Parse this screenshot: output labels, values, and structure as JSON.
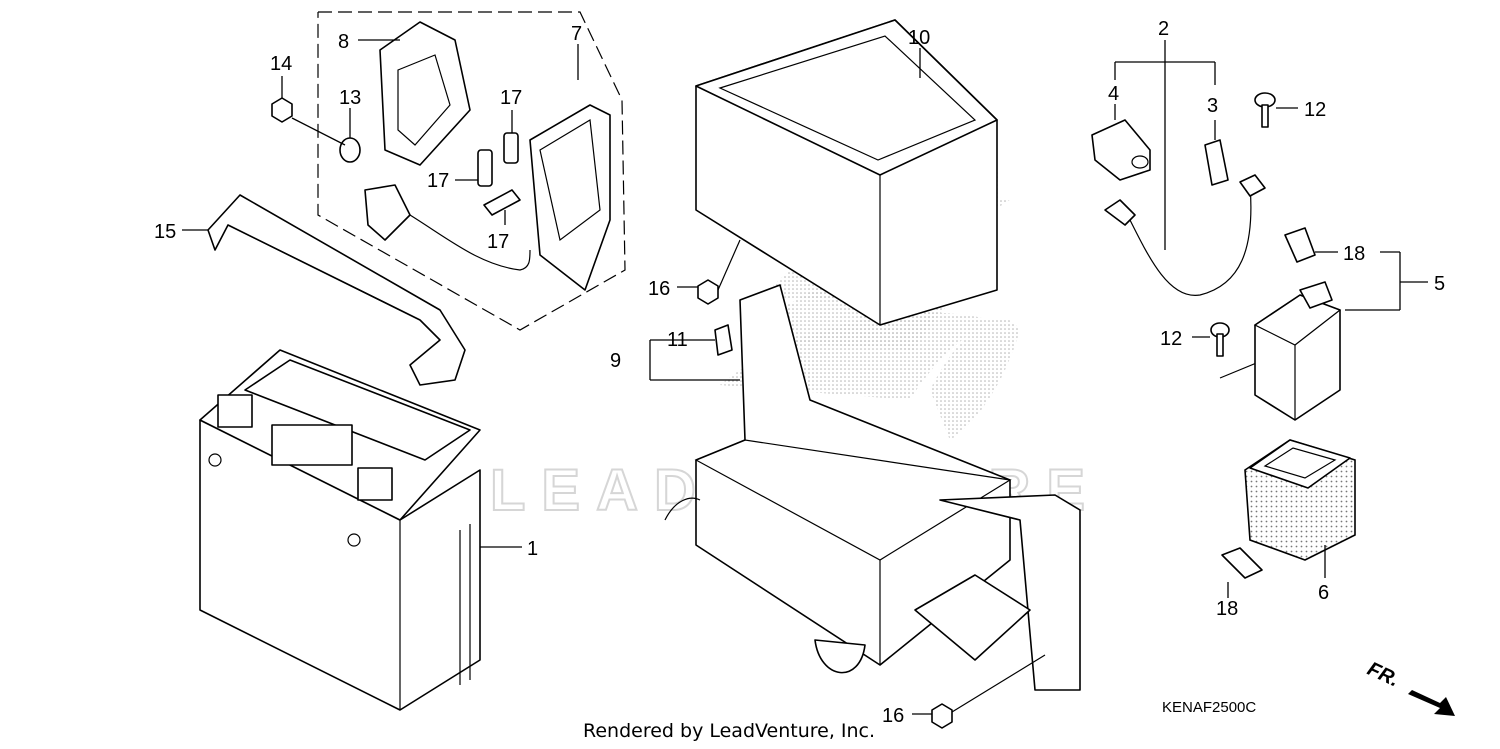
{
  "diagram": {
    "code": "KENAF2500C",
    "footer": "Rendered by LeadVenture, Inc.",
    "watermark": "LEADVENTURE",
    "direction_label": "FR.",
    "callouts": [
      {
        "id": "c1",
        "text": "1"
      },
      {
        "id": "c2",
        "text": "2"
      },
      {
        "id": "c3",
        "text": "3"
      },
      {
        "id": "c4",
        "text": "4"
      },
      {
        "id": "c5",
        "text": "5"
      },
      {
        "id": "c6",
        "text": "6"
      },
      {
        "id": "c7",
        "text": "7"
      },
      {
        "id": "c8",
        "text": "8"
      },
      {
        "id": "c9",
        "text": "9"
      },
      {
        "id": "c10",
        "text": "10"
      },
      {
        "id": "c11",
        "text": "11"
      },
      {
        "id": "c12a",
        "text": "12"
      },
      {
        "id": "c12b",
        "text": "12"
      },
      {
        "id": "c13",
        "text": "13"
      },
      {
        "id": "c14",
        "text": "14"
      },
      {
        "id": "c15",
        "text": "15"
      },
      {
        "id": "c16a",
        "text": "16"
      },
      {
        "id": "c16b",
        "text": "16"
      },
      {
        "id": "c17a",
        "text": "17"
      },
      {
        "id": "c17b",
        "text": "17"
      },
      {
        "id": "c17c",
        "text": "17"
      },
      {
        "id": "c18a",
        "text": "18"
      },
      {
        "id": "c18b",
        "text": "18"
      }
    ]
  }
}
